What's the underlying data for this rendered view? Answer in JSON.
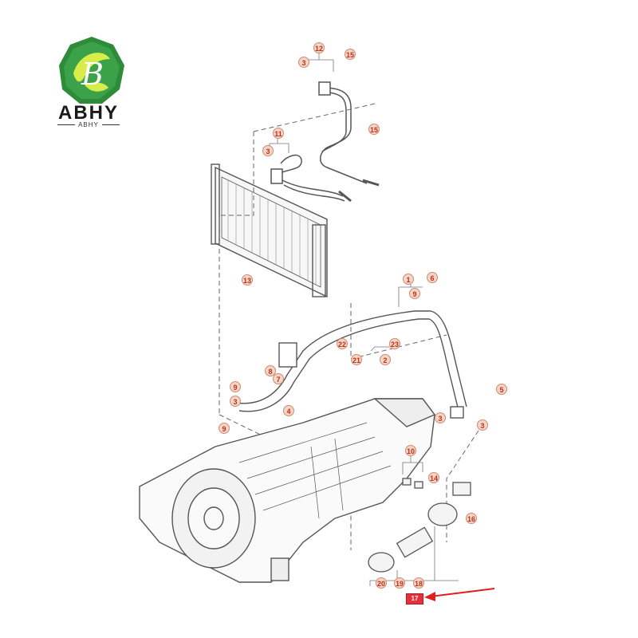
{
  "brand": {
    "name": "ABHY",
    "sub": "ABHY",
    "mark": "B",
    "color": "#2e8b3a"
  },
  "callouts": {
    "c12": "12",
    "c3a": "3",
    "c15a": "15",
    "c15b": "15",
    "c11": "11",
    "c3b": "3",
    "c13": "13",
    "c1": "1",
    "c9a": "9",
    "c6": "6",
    "c22": "22",
    "c21": "21",
    "c2": "2",
    "c23": "23",
    "c8": "8",
    "c7": "7",
    "c9b": "9",
    "c3c": "3",
    "c4": "4",
    "c9c": "9",
    "c5": "5",
    "c3d": "3",
    "c3e": "3",
    "c10": "10",
    "c14": "14",
    "c16": "16",
    "c20": "20",
    "c19": "19",
    "c18": "18"
  },
  "tag": {
    "label": "17"
  },
  "colors": {
    "line": "#555555",
    "callout_fill": "#f4d6c8",
    "callout_text": "#c0301a",
    "arrow": "#e02020"
  }
}
